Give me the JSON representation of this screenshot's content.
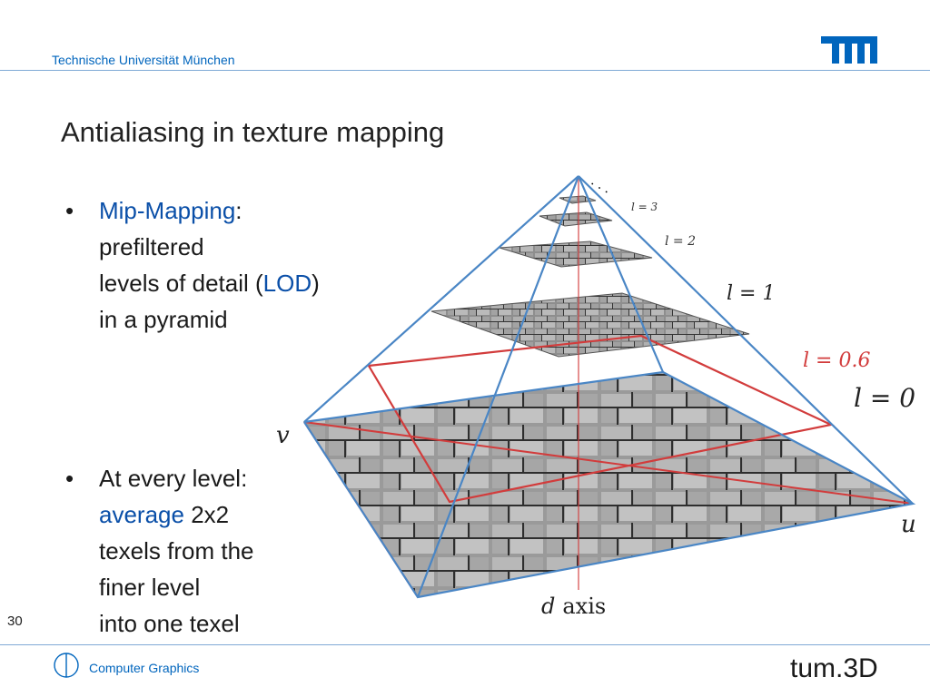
{
  "header": {
    "university": "Technische Universität München"
  },
  "slide": {
    "title": "Antialiasing in texture mapping",
    "number": "30"
  },
  "bullets": [
    {
      "highlight": "Mip-Mapping",
      "after_highlight": ":",
      "line2": "prefiltered",
      "line3_pre": "levels of detail (",
      "line3_hl": "LOD",
      "line3_post": ")",
      "line4": "in a pyramid"
    },
    {
      "line1": "At every level:",
      "line2_hl": "average",
      "line2_post": " 2x2",
      "line3": "texels from the",
      "line4": "finer level",
      "line5": "into one texel"
    }
  ],
  "figure": {
    "level_labels": [
      "l = 3",
      "l = 2",
      "l = 1",
      "l = 0.6",
      "l = 0"
    ],
    "axis_v": "v",
    "axis_u": "u",
    "axis_d_var": "d",
    "axis_d_word": "axis",
    "ellipsis": ". . ."
  },
  "footer": {
    "course": "Computer Graphics",
    "logo_text": "tum.3D"
  },
  "colors": {
    "accent_blue": "#0065bd",
    "pyramid_edge": "#4a86c5",
    "lod_red": "#d23c3c"
  }
}
